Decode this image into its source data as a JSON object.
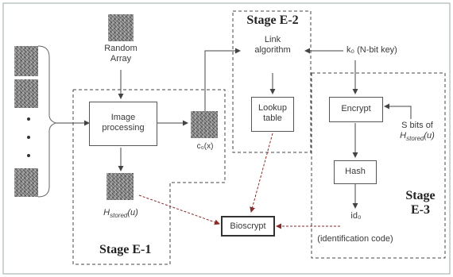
{
  "labels": {
    "random_array": [
      "Random",
      "Array"
    ],
    "image_processing": [
      "Image",
      "processing"
    ],
    "c0": "c₀(x)",
    "h_stored_left": "H",
    "h_stored_left_sub": "stored",
    "h_stored_left_tail": "(u)",
    "link_algorithm": [
      "Link",
      "algorithm"
    ],
    "lookup_table": [
      "Lookup",
      "table"
    ],
    "k0_key": "k₀ (N-bit key)",
    "encrypt": "Encrypt",
    "s_bits": "S bits of",
    "h_stored_right": "H",
    "h_stored_right_sub": "stored",
    "h_stored_right_tail": "(u)",
    "hash": "Hash",
    "id0": "id₀",
    "identification_code": "(identification code)",
    "bioscrypt": "Bioscrypt"
  },
  "stages": {
    "e1": "Stage E-1",
    "e2": "Stage E-2",
    "e3_line1": "Stage",
    "e3_line2": "E-3"
  },
  "colors": {
    "line": "#555555",
    "arrow_red": "#8a2a2a",
    "border": "#555555"
  }
}
